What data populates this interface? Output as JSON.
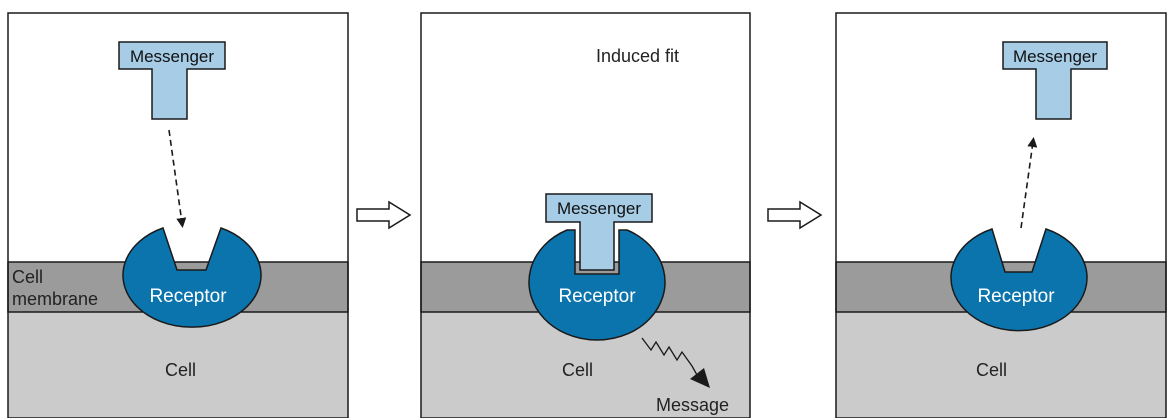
{
  "colors": {
    "background": "#ffffff",
    "cell": "#cbcbcb",
    "membrane": "#9b9b9b",
    "receptor": "#0c74ad",
    "messenger": "#a6cce6",
    "outline": "#1a1a1a"
  },
  "panels": [
    {
      "messenger_label": "Messenger",
      "receptor_label": "Receptor",
      "membrane_label_line1": "Cell",
      "membrane_label_line2": "membrane",
      "cell_label": "Cell"
    },
    {
      "caption": "Induced fit",
      "messenger_label": "Messenger",
      "receptor_label": "Receptor",
      "cell_label": "Cell",
      "message_label": "Message"
    },
    {
      "messenger_label": "Messenger",
      "receptor_label": "Receptor",
      "cell_label": "Cell"
    }
  ],
  "icons": {
    "step_arrow": "hollow-right-arrow-icon",
    "binding_arrow": "dashed-arrow-down-icon",
    "release_arrow": "dashed-arrow-up-icon",
    "signal_arrow": "wavy-arrow-icon"
  }
}
